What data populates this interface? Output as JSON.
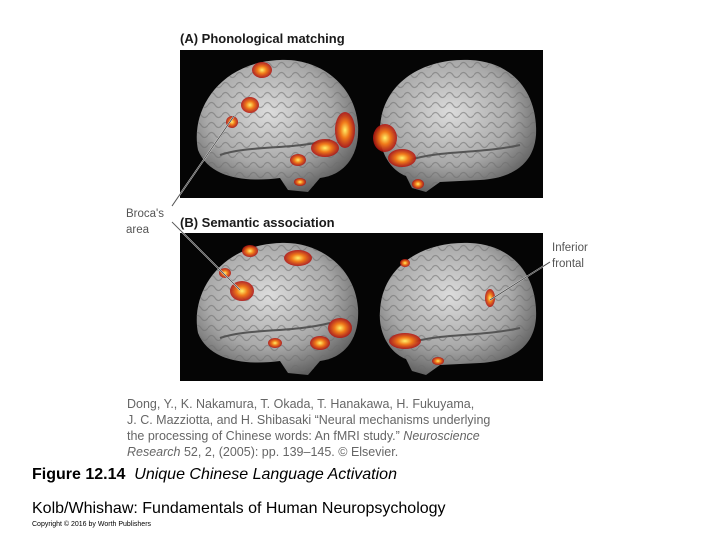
{
  "figure": {
    "panel_a_title": "(A) Phonological matching",
    "panel_b_title": "(B) Semantic association",
    "label_brocas": "Broca's\narea",
    "label_inferior_frontal": "Inferior\nfrontal",
    "citation_line1": "Dong, Y., K. Nakamura, T. Okada, T. Hanakawa, H. Fukuyama,",
    "citation_line2": "J. C. Mazziotta, and H. Shibasaki “Neural mechanisms underlying",
    "citation_line3_pre": "the processing of Chinese words: An fMRI study.” ",
    "citation_line3_journal": "Neuroscience",
    "citation_line4_journal": "Research",
    "citation_line4_post": " 52, 2, (2005): pp. 139–145. © Elsevier."
  },
  "caption": {
    "number": "Figure 12.14",
    "title": "Unique Chinese Language Activation"
  },
  "book": "Kolb/Whishaw: Fundamentals of Human Neuropsychology",
  "copyright": "Copyright © 2016 by Worth Publishers",
  "colors": {
    "panel_bg": "#050505",
    "brain": "#b8b8b8",
    "activation_core": "#fff06a",
    "activation_mid": "#f07a1a",
    "activation_edge": "#b01010"
  }
}
